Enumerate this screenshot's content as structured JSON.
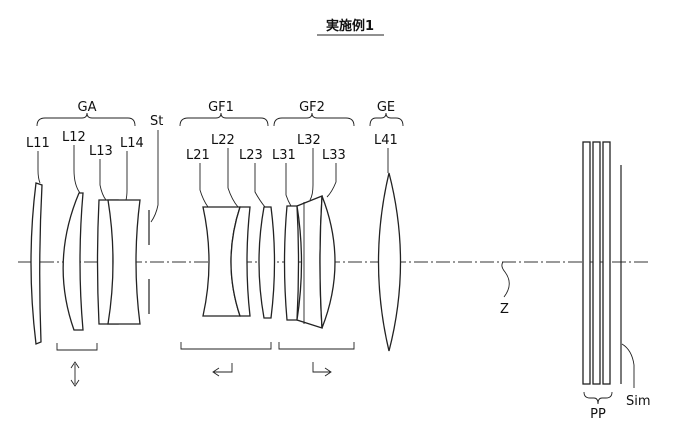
{
  "figure": {
    "title": "実施例1",
    "groups": {
      "ga": "GA",
      "gf1": "GF1",
      "gf2": "GF2",
      "ge": "GE"
    },
    "lenses": {
      "l11": "L11",
      "l12": "L12",
      "l13": "L13",
      "l14": "L14",
      "l21": "L21",
      "l22": "L22",
      "l23": "L23",
      "l31": "L31",
      "l32": "L32",
      "l33": "L33",
      "l41": "L41"
    },
    "stop": "St",
    "axis": "Z",
    "plate": "PP",
    "image_plane": "Sim"
  }
}
